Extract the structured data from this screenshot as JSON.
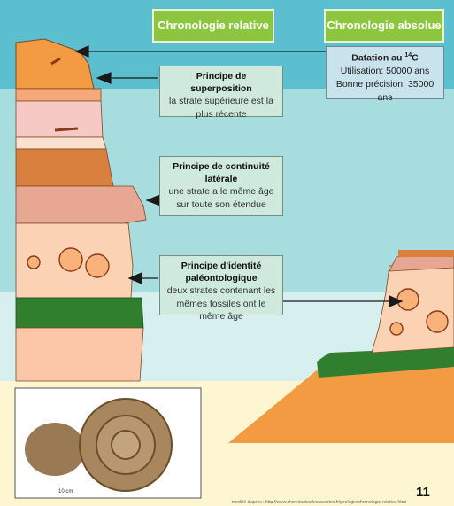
{
  "headers": {
    "relative": "Chronologie relative",
    "absolute": "Chronologie absolue"
  },
  "datation": {
    "title": "Datation au ",
    "sup": "14",
    "title_end": "C",
    "utilisation": "Utilisation: 50000 ans",
    "precision": "Bonne précision: 35000 ans"
  },
  "principles": [
    {
      "title": "Principe de superposition",
      "text": "la strate supérieure est la plus récente"
    },
    {
      "title": "Principe de continuité latérale",
      "text": "une strate a le même âge sur toute son étendue"
    },
    {
      "title": "Principe d'identité paléontologique",
      "text": "deux strates contenant les mêmes fossiles  ont le même âge"
    }
  ],
  "photo": {
    "scale_label": "10 cm"
  },
  "page_number": "11",
  "credit": "modifié d'après : http://www.cheminsdesdecouvertes.fr/geologie/chronologie-relative.html",
  "colors": {
    "sky": "#5cbfcf",
    "header_green": "#8cc63e",
    "box_green": "#cfe9dc",
    "strata_orange": "#f29b43",
    "strata_salmon": "#fbd2b3",
    "strata_pink": "#f6c9c4",
    "strata_brown": "#d9803f",
    "strata_green": "#2f7f2f"
  }
}
